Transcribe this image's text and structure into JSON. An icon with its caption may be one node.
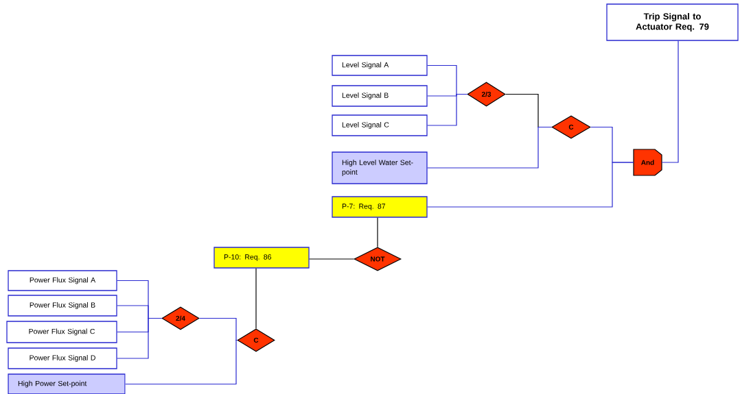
{
  "diagram": {
    "nodes": [
      {
        "text": [
          "Trip Signal to Actuator Req. 79"
        ]
      },
      {
        "text": [
          "Level Signal A"
        ]
      },
      {
        "text": [
          "Level Signal B"
        ]
      },
      {
        "text": [
          "Level Signal C"
        ]
      },
      {
        "text": [
          "2/3"
        ]
      },
      {
        "text": [
          "C"
        ]
      },
      {
        "text": [
          "High Level Water Set-point"
        ]
      },
      {
        "text": [
          "And"
        ]
      },
      {
        "text": [
          "P-7: Req. 87"
        ]
      },
      {
        "text": [
          "P-10: Req. 86"
        ]
      },
      {
        "text": [
          "NOT"
        ]
      },
      {
        "text": [
          "Power Flux Signal A"
        ]
      },
      {
        "text": [
          "Power Flux Signal B"
        ]
      },
      {
        "text": [
          "Power Flux Signal C"
        ]
      },
      {
        "text": [
          "Power Flux Signal D"
        ]
      },
      {
        "text": [
          "2/4"
        ]
      },
      {
        "text": [
          "C"
        ]
      },
      {
        "text": [
          "High Power Set-point"
        ]
      }
    ],
    "edges": [
      {
        "from": 1,
        "to": 4,
        "arrow": "none"
      },
      {
        "from": 2,
        "to": 4,
        "arrow": "none"
      },
      {
        "from": 3,
        "to": 4,
        "arrow": "none"
      },
      {
        "from": 4,
        "to": 5,
        "arrow": "none",
        "color": "#000000"
      },
      {
        "from": 6,
        "to": 5,
        "arrow": "none"
      },
      {
        "from": 5,
        "to": 7,
        "arrow": "none"
      },
      {
        "from": 8,
        "to": 7,
        "arrow": "none"
      },
      {
        "from": 7,
        "to": 0,
        "arrow": "none"
      },
      {
        "from": 8,
        "to": 10,
        "arrow": "none",
        "color": "#000000"
      },
      {
        "from": 10,
        "to": 9,
        "arrow": "none",
        "color": "#000000"
      },
      {
        "from": 9,
        "to": 16,
        "arrow": "none",
        "color": "#000000"
      },
      {
        "from": 11,
        "to": 15,
        "arrow": "none"
      },
      {
        "from": 12,
        "to": 15,
        "arrow": "none"
      },
      {
        "from": 13,
        "to": 15,
        "arrow": "none"
      },
      {
        "from": 14,
        "to": 15,
        "arrow": "none"
      },
      {
        "from": 15,
        "to": 16,
        "arrow": "none"
      },
      {
        "from": 17,
        "to": 16,
        "arrow": "none"
      }
    ]
  }
}
